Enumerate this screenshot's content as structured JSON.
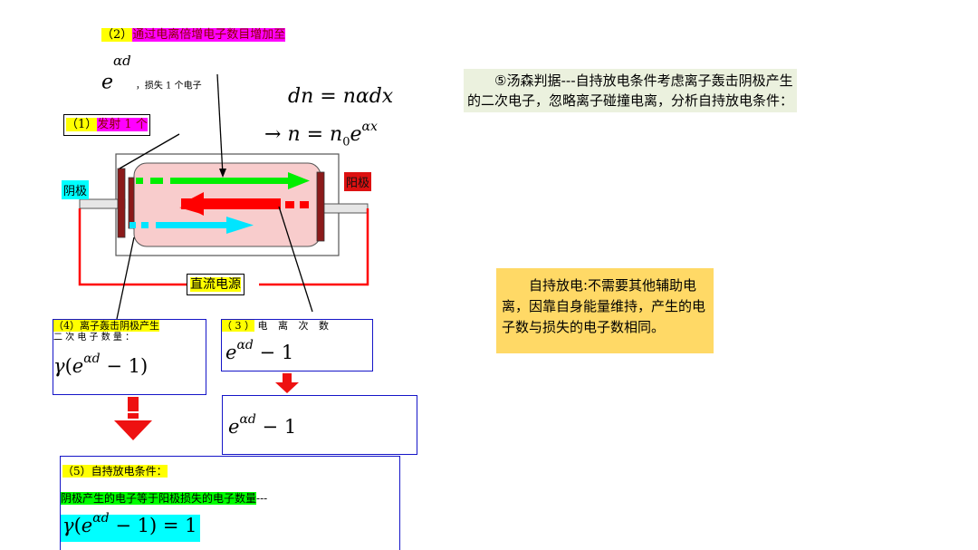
{
  "label_step2": {
    "prefix": "（2）",
    "text": "通过电离倍增电子数目增加至"
  },
  "label_loss": {
    "base": "e",
    "exp": "αd",
    "note": "，损失 1 个电子"
  },
  "eq_dn": {
    "lhs": "dn",
    "eq": "=",
    "rhs": "nαdx"
  },
  "eq_n": {
    "arrow": "→",
    "lhs": "n",
    "eq": "=",
    "n0": "n",
    "n0_sub": "0",
    "base": "e",
    "exp": "αx"
  },
  "label_step1": {
    "prefix": "（1）",
    "text": "发射 1 个"
  },
  "label_cathode": "阴极",
  "label_anode": "阳极",
  "label_dc": "直流电源",
  "box_step4": {
    "prefix": "（4）",
    "title": "离子轰击阴极产生",
    "line2": "二 次 电 子 数 量 ：",
    "gamma": "γ",
    "lp": "(",
    "base": "e",
    "exp": "αd",
    "tail": "− 1)"
  },
  "box_step3": {
    "label": "（ 3 ）",
    "text": "电 离 次 数",
    "base": "e",
    "exp": "αd",
    "tail": "− 1"
  },
  "box_mid": {
    "base": "e",
    "exp": "αd",
    "tail": "− 1"
  },
  "box_step5": {
    "title": "（5）自持放电条件：",
    "line2": "阴极产生的电子等于阳极损失的电子数量",
    "dashes": "---",
    "gamma": "γ",
    "lp": "(",
    "base": "e",
    "exp": "αd",
    "tail": "− 1) = 1"
  },
  "right_text": "⑤汤森判据---自持放电条件考虑离子轰击阴极产生的二次电子，忽略离子碰撞电离，分析自持放电条件：",
  "note_text": "自持放电:不需要其他辅助电离，因靠自身能量维持，产生的电子数与损失的电子数相同。",
  "colors": {
    "yellow": "#ffff00",
    "magenta": "#ff00ff",
    "cyan": "#00ffff",
    "green": "#00ff00",
    "red": "#ff0000",
    "note_bg": "#ffd966",
    "box_border": "#1515c8"
  }
}
